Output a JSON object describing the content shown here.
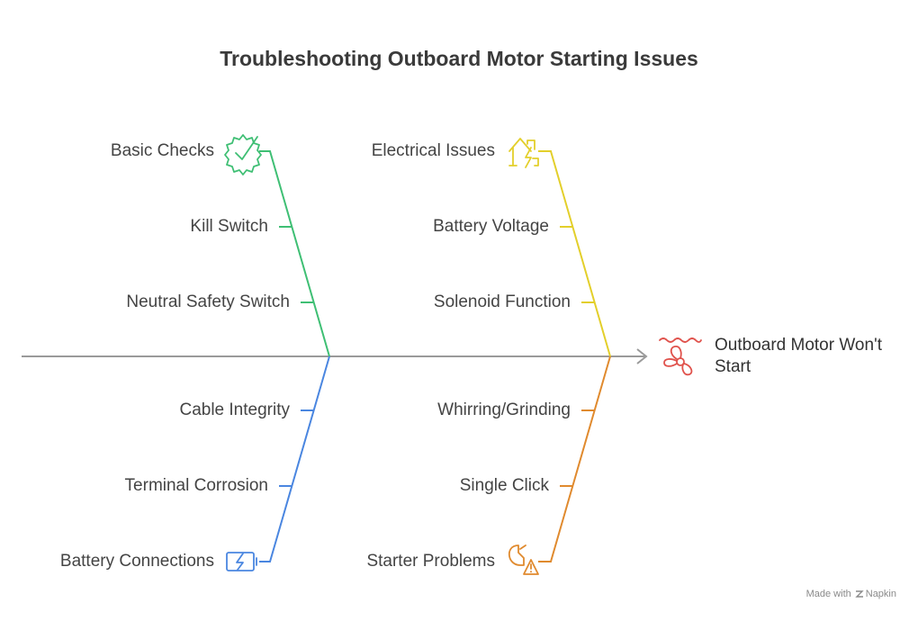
{
  "title": "Troubleshooting Outboard Motor Starting Issues",
  "effect": {
    "label": "Outboard Motor Won't Start",
    "icon": "boat-propeller-icon",
    "color": "#e0524c"
  },
  "categories": {
    "basic_checks": {
      "label": "Basic Checks",
      "icon": "gear-check-icon",
      "color": "#3fbf74",
      "causes": [
        "Kill Switch",
        "Neutral Safety Switch"
      ]
    },
    "electrical_issues": {
      "label": "Electrical Issues",
      "icon": "house-lightning-icon",
      "color": "#e3cf2b",
      "causes": [
        "Battery Voltage",
        "Solenoid Function"
      ]
    },
    "battery_connections": {
      "label": "Battery Connections",
      "icon": "battery-charge-icon",
      "color": "#4a86e0",
      "causes": [
        "Cable Integrity",
        "Terminal Corrosion"
      ]
    },
    "starter_problems": {
      "label": "Starter Problems",
      "icon": "engine-warning-icon",
      "color": "#e08a2e",
      "causes": [
        "Whirring/Grinding",
        "Single Click"
      ]
    }
  },
  "spine_color": "#9a9a9a",
  "footer": {
    "made_with": "Made with",
    "brand": "Napkin"
  }
}
